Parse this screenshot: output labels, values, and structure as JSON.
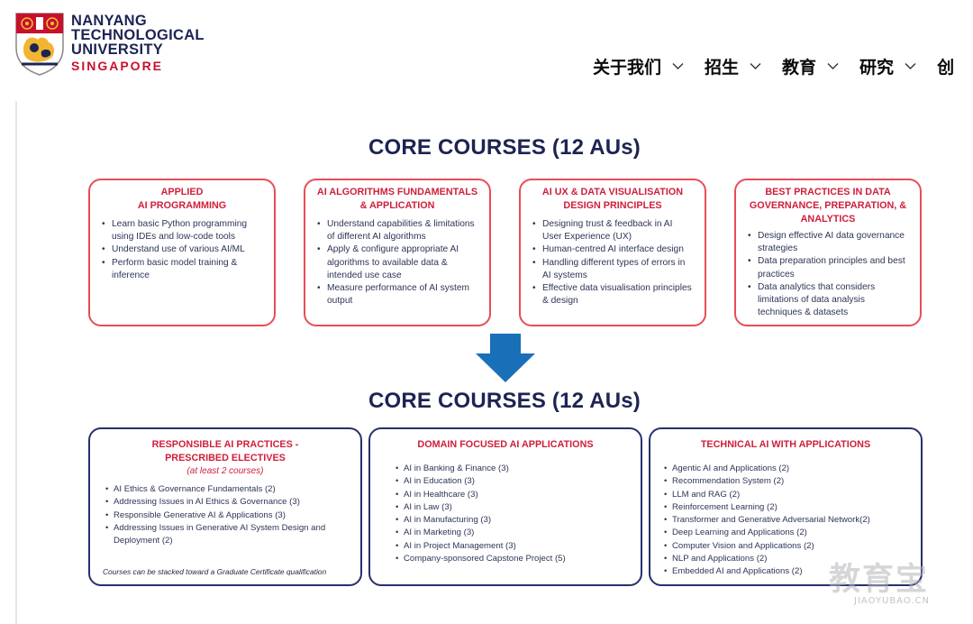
{
  "header": {
    "university": {
      "line1": "NANYANG",
      "line2": "TECHNOLOGICAL",
      "line3": "UNIVERSITY",
      "line4": "SINGAPORE"
    },
    "nav": [
      {
        "label": "关于我们"
      },
      {
        "label": "招生"
      },
      {
        "label": "教育"
      },
      {
        "label": "研究"
      },
      {
        "label": "创"
      }
    ]
  },
  "sections": {
    "core_title": "CORE COURSES (12 AUs)",
    "electives_title": "CORE COURSES (12 AUs)"
  },
  "core_cards": [
    {
      "title": "APPLIED\nAI PROGRAMMING",
      "items": [
        "Learn basic Python programming using IDEs and low-code tools",
        "Understand use of various AI/ML",
        "Perform basic model training & inference"
      ]
    },
    {
      "title": "AI ALGORITHMS FUNDAMENTALS & APPLICATION",
      "items": [
        "Understand capabilities & limitations of different AI algorithms",
        "Apply & configure appropriate AI algorithms to available data & intended use case",
        "Measure performance of AI system output"
      ]
    },
    {
      "title": "AI UX & DATA VISUALISATION DESIGN PRINCIPLES",
      "items": [
        "Designing trust & feedback in AI User Experience (UX)",
        "Human-centred AI interface design",
        "Handling different types of errors in AI systems",
        "Effective data visualisation principles & design"
      ]
    },
    {
      "title": "BEST PRACTICES IN DATA GOVERNANCE, PREPARATION, & ANALYTICS",
      "items": [
        "Design effective AI data governance strategies",
        "Data preparation principles and best practices",
        "Data analytics that considers limitations of data analysis techniques & datasets"
      ]
    }
  ],
  "elective_cards": [
    {
      "title": "RESPONSIBLE AI PRACTICES - PRESCRIBED ELECTIVES",
      "subtitle": "(at least 2 courses)",
      "items": [
        "AI Ethics & Governance Fundamentals (2)",
        "Addressing Issues in AI Ethics & Governance (3)",
        "Responsible Generative AI & Applications (3)",
        "Addressing Issues in Generative AI System Design and Deployment (2)"
      ],
      "note": "Courses can be stacked toward a Graduate Certificate qualification"
    },
    {
      "title": "DOMAIN FOCUSED AI APPLICATIONS",
      "items": [
        "AI in Banking & Finance (3)",
        "AI in Education (3)",
        "AI in Healthcare (3)",
        "AI in Law (3)",
        "AI in Manufacturing (3)",
        "AI in Marketing (3)",
        "AI in Project Management (3)",
        "Company-sponsored Capstone Project (5)"
      ]
    },
    {
      "title": "TECHNICAL AI WITH APPLICATIONS",
      "items": [
        "Agentic AI and Applications (2)",
        "Recommendation System (2)",
        "LLM and RAG (2)",
        "Reinforcement Learning (2)",
        "Transformer and Generative Adversarial Network(2)",
        "Deep Learning and Applications (2)",
        "Computer Vision and Applications (2)",
        "NLP and Applications (2)",
        "Embedded AI and Applications (2)"
      ]
    }
  ],
  "watermark": {
    "text": "教育宝",
    "url": "JIAOYUBAO.CN"
  },
  "colors": {
    "navy": "#1c2453",
    "red_accent": "#cf1f3a",
    "red_border": "#e84d57",
    "arrow_blue": "#1a6fb9"
  },
  "icons": [
    "crest-logo-icon",
    "chevron-down-icon",
    "down-arrow-icon"
  ]
}
